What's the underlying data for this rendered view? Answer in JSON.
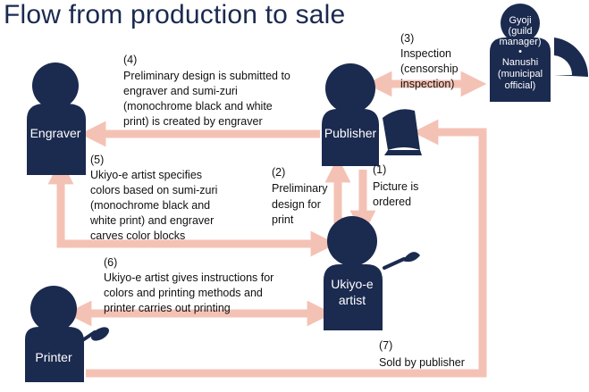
{
  "title": "Flow from production to sale",
  "actors": {
    "engraver": "Engraver",
    "publisher": "Publisher",
    "ukiyoe_artist": [
      "Ukiyo-e",
      "artist"
    ],
    "printer": "Printer",
    "gyoji": [
      "Gyoji",
      "(guild",
      "manager)",
      "•",
      "Nanushi",
      "(municipal",
      "official)"
    ]
  },
  "steps": {
    "s1": [
      "(1)",
      "Picture is",
      "ordered"
    ],
    "s2": [
      "(2)",
      "Preliminary",
      "design for",
      "print"
    ],
    "s3": [
      "(3)",
      "Inspection",
      "(censorship",
      "inspection)"
    ],
    "s4": [
      "(4)",
      "Preliminary design is submitted to",
      "engraver and sumi-zuri",
      " (monochrome black and white",
      "print) is created by engraver"
    ],
    "s5": [
      "(5)",
      "Ukiyo-e artist specifies",
      "colors based on sumi-zuri",
      "(monochrome black and",
      "white print) and engraver",
      "carves color blocks"
    ],
    "s6": [
      "(6)",
      "Ukiyo-e artist gives instructions for",
      "colors and printing methods and",
      "printer carries out printing"
    ],
    "s7": [
      "(7)",
      "Sold by publisher"
    ]
  },
  "colors": {
    "navy": "#1b2a4f",
    "arrow": "#f4c2b4",
    "text": "#111111",
    "white": "#ffffff"
  },
  "icons": {
    "publisher": "open-book-icon",
    "ukiyoe_artist": "paintbrush-icon",
    "printer": "baren-icon",
    "gyoji": "fan-icon"
  }
}
